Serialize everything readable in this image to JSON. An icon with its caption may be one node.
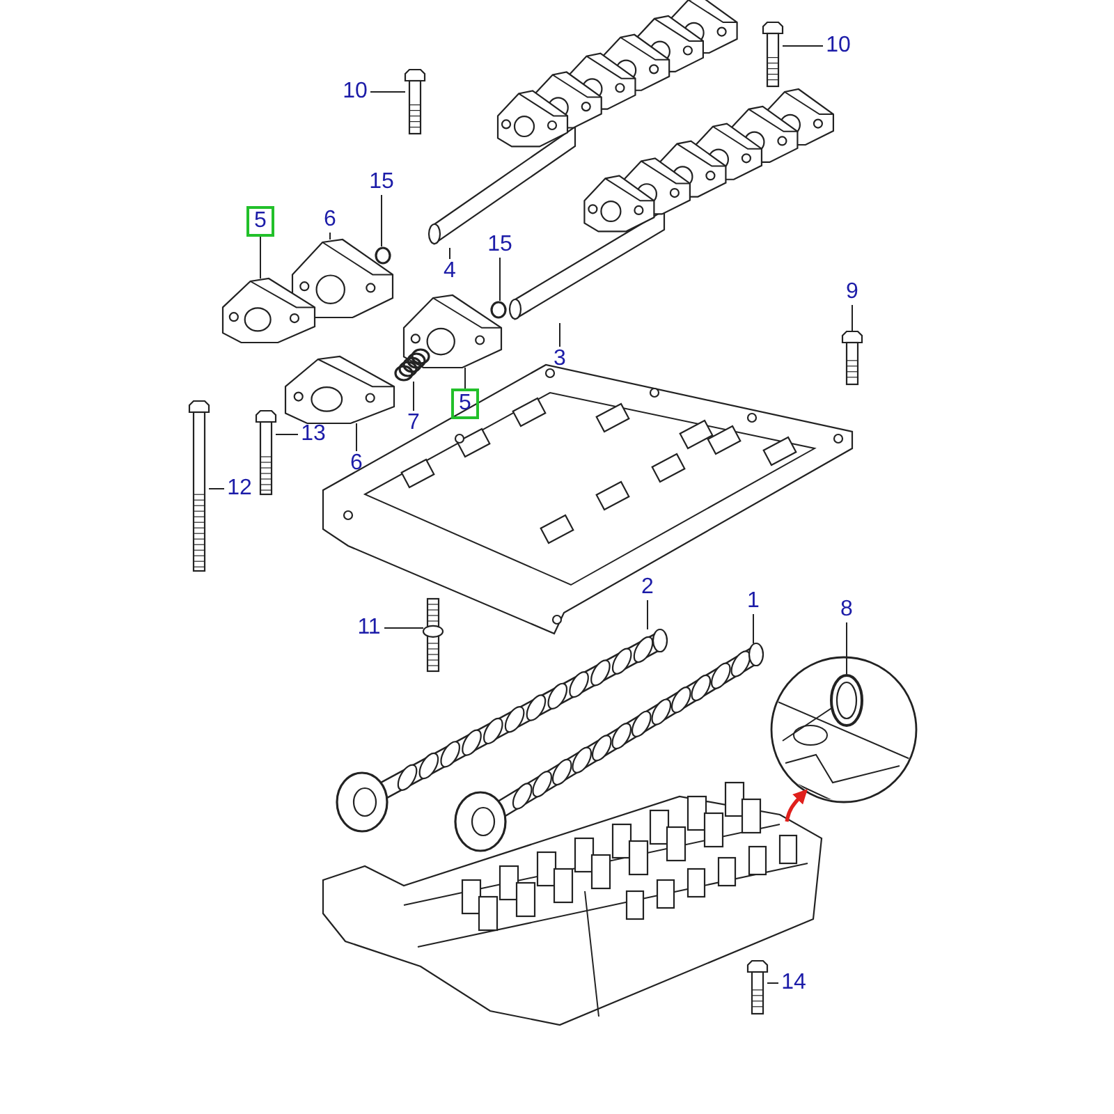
{
  "diagram": {
    "nodes": [
      {
        "text": [
          "10"
        ]
      },
      {
        "text": [
          "10"
        ]
      },
      {
        "text": [
          "15"
        ]
      },
      {
        "text": [
          "6"
        ]
      },
      {
        "text": [
          "5"
        ]
      },
      {
        "text": [
          "15"
        ]
      },
      {
        "text": [
          "4"
        ]
      },
      {
        "text": [
          "9"
        ]
      },
      {
        "text": [
          "3"
        ]
      },
      {
        "text": [
          "5"
        ]
      },
      {
        "text": [
          "7"
        ]
      },
      {
        "text": [
          "13"
        ]
      },
      {
        "text": [
          "6"
        ]
      },
      {
        "text": [
          "12"
        ]
      },
      {
        "text": [
          "2"
        ]
      },
      {
        "text": [
          "1"
        ]
      },
      {
        "text": [
          "8"
        ]
      },
      {
        "text": [
          "11"
        ]
      },
      {
        "text": [
          "14"
        ]
      },
      {
        "text": [],
        "shape": "picture"
      },
      {
        "text": [],
        "shape": "picture"
      },
      {
        "text": [],
        "shape": "circle"
      },
      {
        "text": [],
        "shape": "picture"
      },
      {
        "text": [],
        "shape": "picture"
      },
      {
        "text": [],
        "shape": "circle"
      },
      {
        "text": [],
        "shape": "picture"
      },
      {
        "text": [],
        "shape": "picture"
      },
      {
        "text": [],
        "shape": "picture"
      },
      {
        "text": [],
        "shape": "picture"
      },
      {
        "text": [],
        "shape": "picture"
      },
      {
        "text": [],
        "shape": "picture"
      },
      {
        "text": [],
        "shape": "picture"
      },
      {
        "text": [],
        "shape": "picture"
      },
      {
        "text": [],
        "shape": "picture"
      },
      {
        "text": [],
        "shape": "picture"
      },
      {
        "text": [],
        "shape": "picture"
      },
      {
        "text": [],
        "shape": "circle"
      },
      {
        "text": [],
        "shape": "picture",
        "in": 36
      },
      {
        "text": [],
        "shape": "picture"
      },
      {
        "text": [],
        "shape": "picture"
      },
      {
        "text": [],
        "shape": "picture"
      }
    ],
    "edges": [
      {
        "from": 0,
        "to": 19,
        "arrow": "none"
      },
      {
        "from": 1,
        "to": 20,
        "arrow": "none"
      },
      {
        "from": 2,
        "to": 21,
        "arrow": "none"
      },
      {
        "from": 3,
        "to": 22,
        "arrow": "none"
      },
      {
        "from": 4,
        "to": 23,
        "arrow": "none"
      },
      {
        "from": 5,
        "to": 24,
        "arrow": "none"
      },
      {
        "from": 6,
        "to": 25,
        "arrow": "none"
      },
      {
        "from": 7,
        "to": 26,
        "arrow": "none"
      },
      {
        "from": 8,
        "to": 27,
        "arrow": "none"
      },
      {
        "from": 9,
        "to": 28,
        "arrow": "none"
      },
      {
        "from": 10,
        "to": 29,
        "arrow": "none"
      },
      {
        "from": 11,
        "to": 30,
        "arrow": "none"
      },
      {
        "from": 12,
        "to": 31,
        "arrow": "none"
      },
      {
        "from": 13,
        "to": 32,
        "arrow": "none"
      },
      {
        "from": 14,
        "to": 33,
        "arrow": "none"
      },
      {
        "from": 15,
        "to": 34,
        "arrow": "none"
      },
      {
        "from": 16,
        "to": 37,
        "arrow": "none"
      },
      {
        "from": 17,
        "to": 35,
        "arrow": "none"
      },
      {
        "from": 18,
        "to": 38,
        "arrow": "none"
      },
      {
        "from": 39,
        "to": 36,
        "arrow": "to",
        "style": "thick",
        "color": "#e0201c"
      }
    ]
  }
}
